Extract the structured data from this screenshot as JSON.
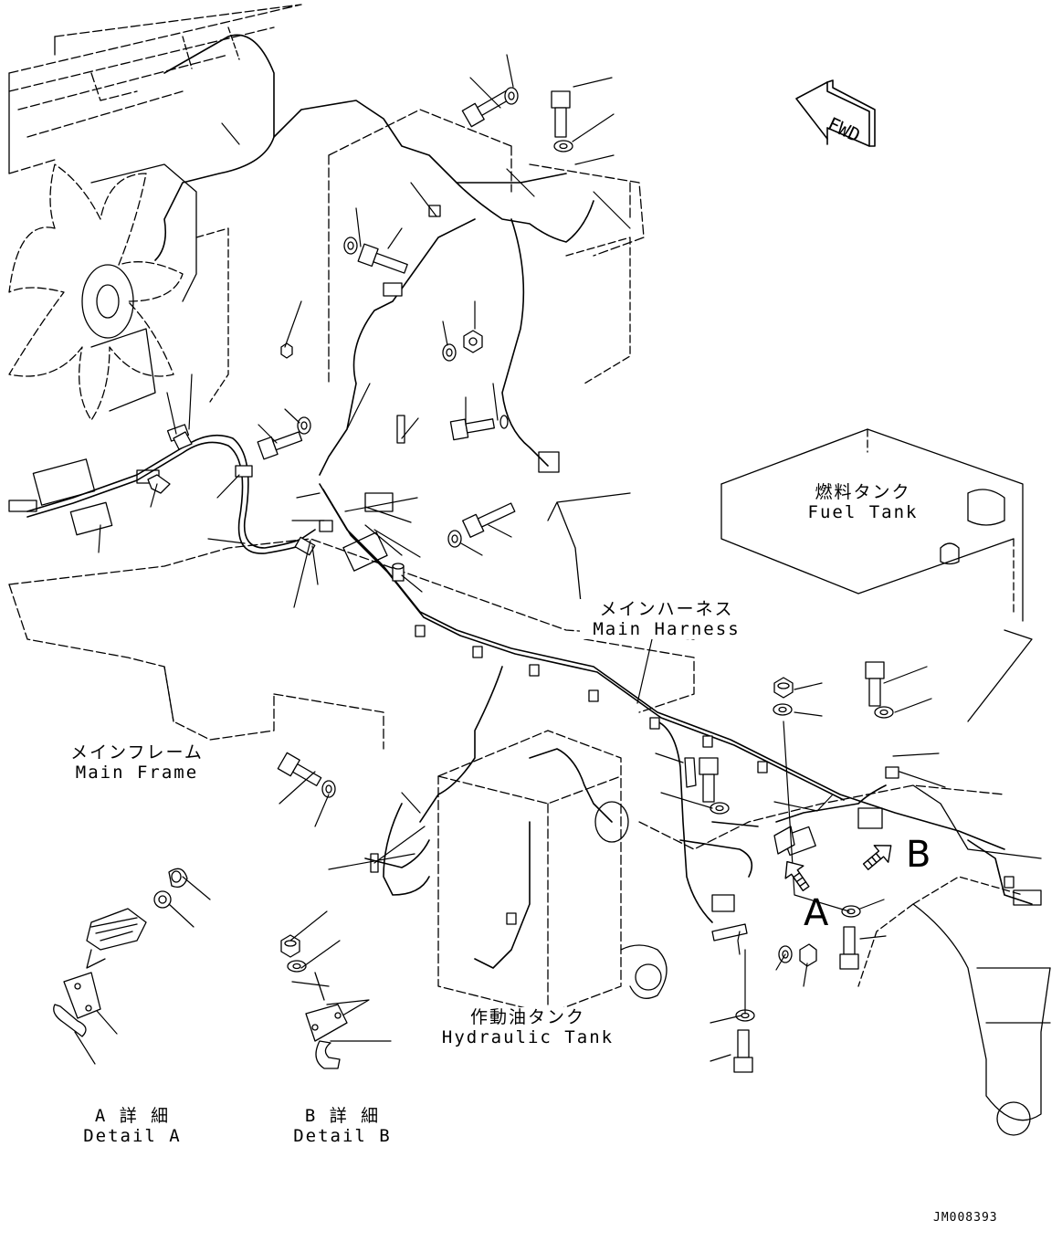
{
  "fwd_label": "FWD",
  "labels": {
    "fuel_tank_jp": "燃料タンク",
    "fuel_tank_en": "Fuel Tank",
    "main_harness_jp": "メインハーネス",
    "main_harness_en": "Main Harness",
    "main_frame_jp": "メインフレーム",
    "main_frame_en": "Main Frame",
    "hydraulic_tank_jp": "作動油タンク",
    "hydraulic_tank_en": "Hydraulic Tank",
    "detail_a_jp": "A 詳 細",
    "detail_a_en": "Detail A",
    "detail_b_jp": "B 詳 細",
    "detail_b_en": "Detail B"
  },
  "view_markers": {
    "a": "A",
    "b": "B"
  },
  "drawing_code": "JM008393"
}
